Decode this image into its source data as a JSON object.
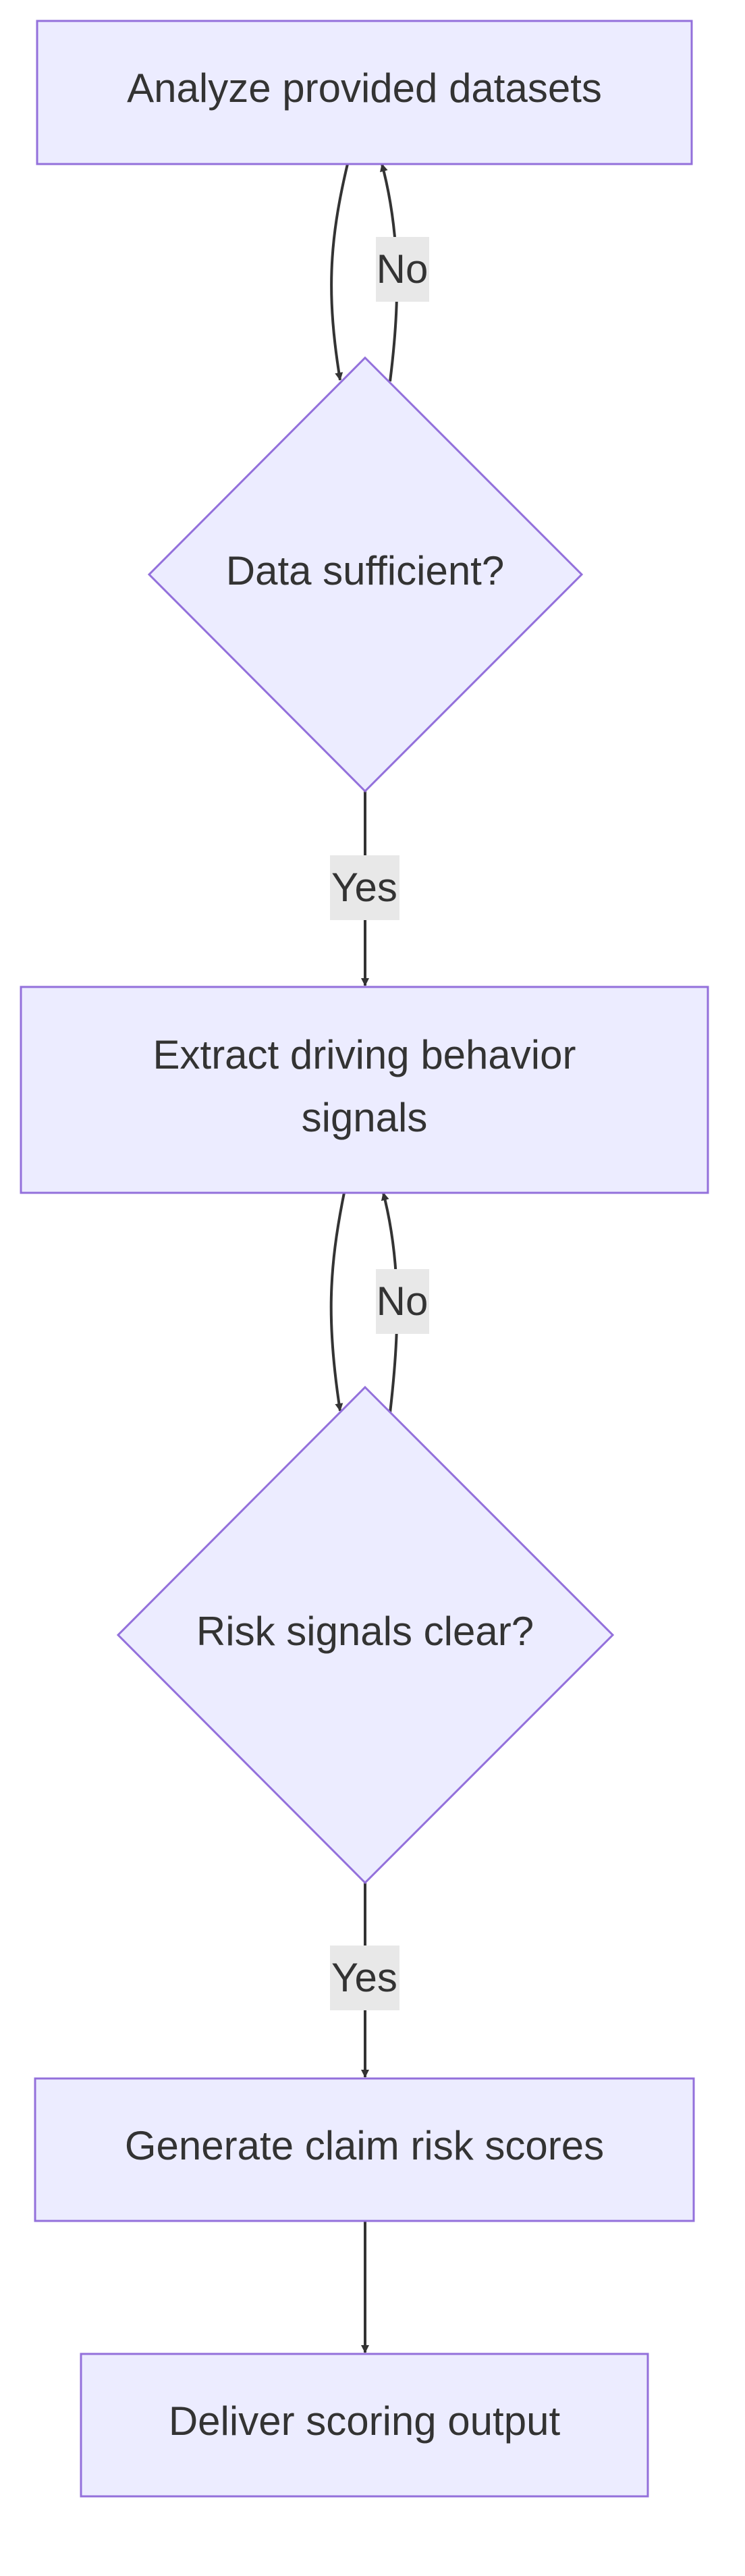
{
  "diagram": {
    "type": "flowchart",
    "direction": "top-to-bottom",
    "colors": {
      "node_fill": "#ececff",
      "node_stroke": "#9370db",
      "edge": "#333333",
      "label_bg": "#e8e8e8",
      "text": "#333333"
    },
    "nodes": {
      "analyze": "Analyze provided datasets",
      "data_check": "Data sufficient?",
      "extract_line1": "Extract driving behavior",
      "extract_line2": "signals",
      "risk_check": "Risk signals clear?",
      "generate": "Generate claim risk scores",
      "deliver": "Deliver scoring output"
    },
    "edges": {
      "data_no": "No",
      "data_yes": "Yes",
      "risk_no": "No",
      "risk_yes": "Yes"
    }
  }
}
